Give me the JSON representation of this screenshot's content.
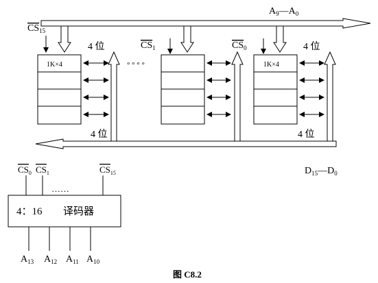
{
  "address_bus_label": {
    "base": "A",
    "sub_hi": "9",
    "dash": "—",
    "base2": "A",
    "sub_lo": "0"
  },
  "data_bus_label": {
    "base": "D",
    "sub_hi": "15",
    "dash": "—",
    "base2": "D",
    "sub_lo": "0"
  },
  "chips": [
    {
      "cs_base": "CS",
      "cs_sub": "15",
      "chip_label": "1K×4",
      "width_label": "4 位"
    },
    {
      "cs_base": "CS",
      "cs_sub": "1",
      "chip_label": "",
      "width_label": ""
    },
    {
      "cs_base": "CS",
      "cs_sub": "0",
      "chip_label": "1K×4",
      "width_label": "4 位"
    }
  ],
  "ellipsis_chips": "° ° ° °",
  "bottom_width_labels": [
    "4 位",
    "4 位"
  ],
  "decoder": {
    "label_prefix": "4：16",
    "label_name": "译码器",
    "outputs": [
      {
        "base": "CS",
        "sub": "0"
      },
      {
        "base": "CS",
        "sub": "1"
      },
      {
        "base": "CS",
        "sub": "15"
      }
    ],
    "ellipsis": "……",
    "inputs": [
      {
        "base": "A",
        "sub": "13"
      },
      {
        "base": "A",
        "sub": "12"
      },
      {
        "base": "A",
        "sub": "11"
      },
      {
        "base": "A",
        "sub": "10"
      }
    ]
  },
  "caption": "图 C8.2"
}
